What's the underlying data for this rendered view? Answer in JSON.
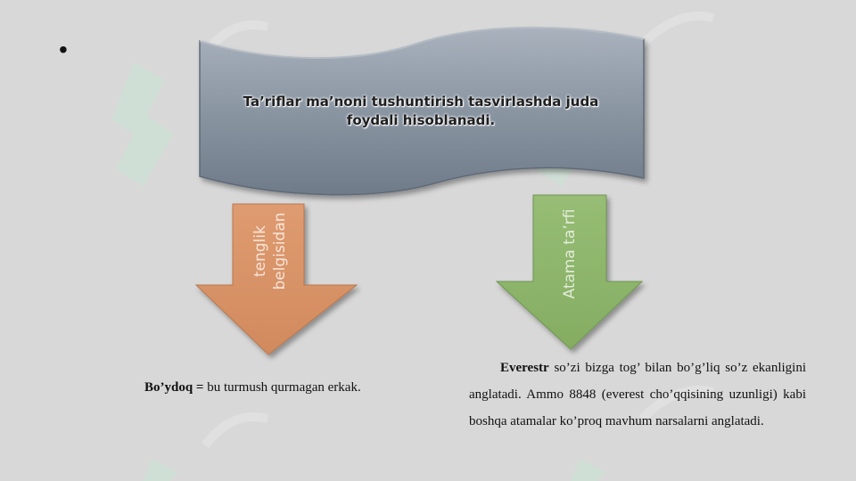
{
  "slide": {
    "bullet": "•",
    "banner": {
      "line1": "Ta’riflar ma’noni tushuntirish tasvirlashda juda",
      "line2": "foydali hisoblanadi."
    },
    "arrows": [
      {
        "lines": [
          "tenglik",
          "belgisidan"
        ],
        "color": "#d9956a"
      },
      {
        "lines": [
          "Atama ta’rfi"
        ],
        "color": "#8fb76d"
      }
    ],
    "left_definition": {
      "term": "Bo’ydoq =",
      "text": " bu turmush qurmagan erkak."
    },
    "right_definition": {
      "term": "Everestr",
      "text": " so’zi bizga tog’ bilan bo’g’liq so’z ekanligini anglatadi. Ammo 8848 (everest cho’qqisining uzunligi) kabi boshqa atamalar ko’proq mavhum narsalarni anglatadi."
    },
    "colors": {
      "background": "#d8d8d8",
      "banner_fill": "#8a95a2",
      "banner_edge": "#5e6a78"
    }
  }
}
